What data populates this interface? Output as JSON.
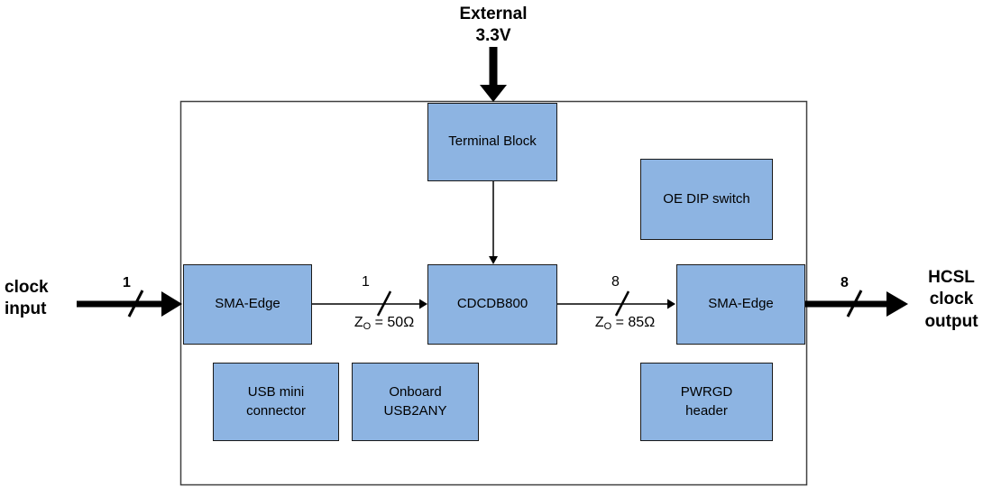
{
  "diagram": {
    "top_label": {
      "line1": "External",
      "line2": "3.3V"
    },
    "left_label": {
      "line1": "clock",
      "line2": "input"
    },
    "right_label": {
      "line1": "HCSL",
      "line2": "clock",
      "line3": "output"
    },
    "boxes": {
      "terminal_block": "Terminal Block",
      "oe_dip_switch": "OE DIP switch",
      "sma_edge_left": "SMA-Edge",
      "cdcdb800": "CDCDB800",
      "sma_edge_right": "SMA-Edge",
      "usb_mini": {
        "line1": "USB mini",
        "line2": "connector"
      },
      "onboard_usb2any": {
        "line1": "Onboard",
        "line2": "USB2ANY"
      },
      "pwrgd_header": {
        "line1": "PWRGD",
        "line2": "header"
      }
    },
    "bus_labels": {
      "input_width": "1",
      "mid_left_width": "1",
      "mid_right_width": "8",
      "output_width": "8",
      "impedance_left": {
        "prefix": "Z",
        "sub": "O",
        "rest": " = 50Ω"
      },
      "impedance_right": {
        "prefix": "Z",
        "sub": "O",
        "rest": " = 85Ω"
      }
    },
    "colors": {
      "box_fill": "#8DB4E2",
      "box_border": "#1a1a1a",
      "line": "#000000",
      "outline": "#404040"
    }
  }
}
